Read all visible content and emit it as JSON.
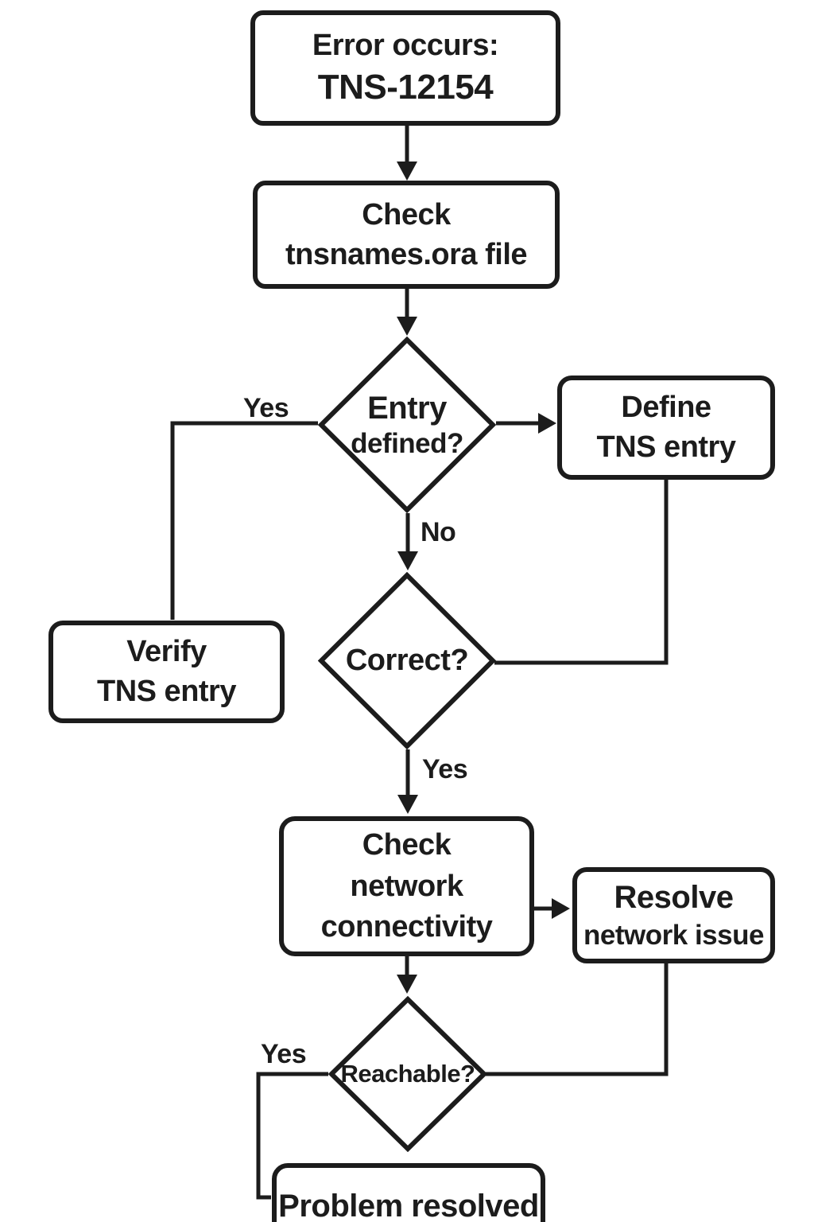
{
  "canvas": {
    "background_color": "#ffffff",
    "ink_color": "#1c1c1c"
  },
  "nodes": {
    "error": {
      "line1": "Error occurs:",
      "line2": "TNS-12154"
    },
    "check_tns": {
      "line1": "Check",
      "line2": "tnsnames.ora file"
    },
    "entry_defined": {
      "line1": "Entry",
      "line2": "defined?"
    },
    "define_tns": {
      "line1": "Define",
      "line2": "TNS entry"
    },
    "verify_tns": {
      "line1": "Verify",
      "line2": "TNS entry"
    },
    "correct": {
      "label": "Correct?"
    },
    "check_network": {
      "line1": "Check",
      "line2": "network",
      "line3": "connectivity"
    },
    "resolve_network": {
      "line1": "Resolve",
      "line2": "network issue"
    },
    "reachable": {
      "label": "Reachable?"
    },
    "problem_resolved": {
      "label": "Problem resolved"
    }
  },
  "edge_labels": {
    "entry_yes": "Yes",
    "entry_no": "No",
    "correct_yes": "Yes",
    "reachable_yes": "Yes"
  }
}
